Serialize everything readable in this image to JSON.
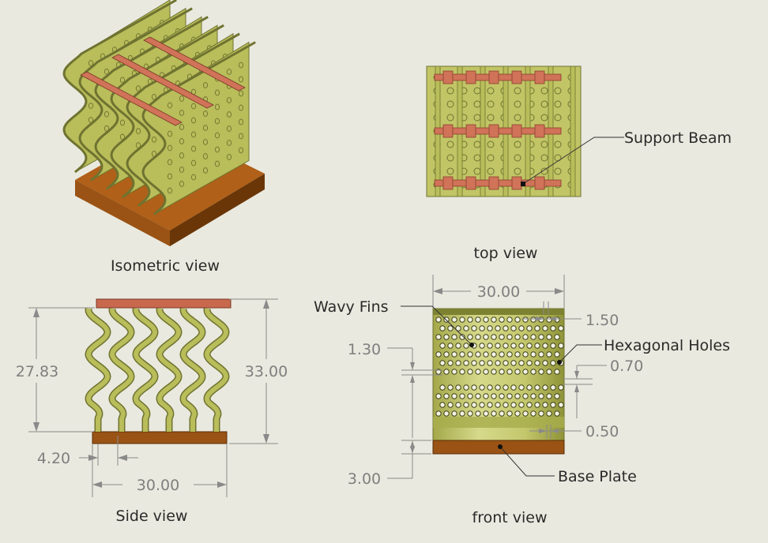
{
  "captions": {
    "isometric": "Isometric view",
    "top": "top view",
    "side": "Side view",
    "front": "front view"
  },
  "labels": {
    "support_beam": "Support Beam",
    "wavy_fins": "Wavy Fins",
    "hexagonal_holes": "Hexagonal Holes",
    "base_plate": "Base Plate"
  },
  "dimensions": {
    "side_fin_height": "27.83",
    "side_total_height": "33.00",
    "side_fin_pitch": "4.20",
    "side_width": "30.00",
    "front_width": "30.00",
    "front_top": "1.50",
    "front_hole_pitch": "1.30",
    "front_hole_gap": "0.70",
    "front_bottom": "0.50",
    "front_base": "3.00"
  },
  "colors": {
    "fin": "#b9bd5a",
    "fin_dark": "#6f7330",
    "beam": "#d07358",
    "base": "#9a5314",
    "base_dark": "#6a3608",
    "background": "#e9e9df"
  }
}
